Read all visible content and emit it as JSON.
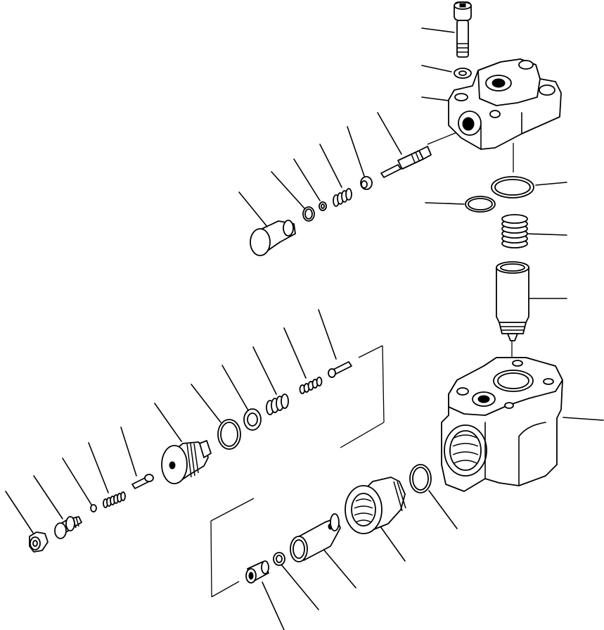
{
  "diagram": {
    "title": "",
    "parts": [
      {
        "id": "bolt"
      },
      {
        "id": "washer-top"
      },
      {
        "id": "valve-cover"
      },
      {
        "id": "poppet-upper"
      },
      {
        "id": "seat-upper"
      },
      {
        "id": "spring-small-upper"
      },
      {
        "id": "ring-small-upper"
      },
      {
        "id": "o-ring-upper-plug"
      },
      {
        "id": "plug-upper"
      },
      {
        "id": "o-ring-cover-large"
      },
      {
        "id": "o-ring-cover-small"
      },
      {
        "id": "spring-main"
      },
      {
        "id": "piston-main"
      },
      {
        "id": "valve-body"
      },
      {
        "id": "needle-pin"
      },
      {
        "id": "spring-mid-small"
      },
      {
        "id": "spring-mid-large"
      },
      {
        "id": "washer-mid"
      },
      {
        "id": "o-ring-mid"
      },
      {
        "id": "valve-cap"
      },
      {
        "id": "poppet-lower"
      },
      {
        "id": "spring-lower"
      },
      {
        "id": "ring-lower"
      },
      {
        "id": "adjust-screw"
      },
      {
        "id": "lock-nut"
      },
      {
        "id": "o-ring-body-port"
      },
      {
        "id": "sleeve-nut"
      },
      {
        "id": "sleeve"
      },
      {
        "id": "ring-bottom"
      },
      {
        "id": "small-piston"
      }
    ]
  }
}
